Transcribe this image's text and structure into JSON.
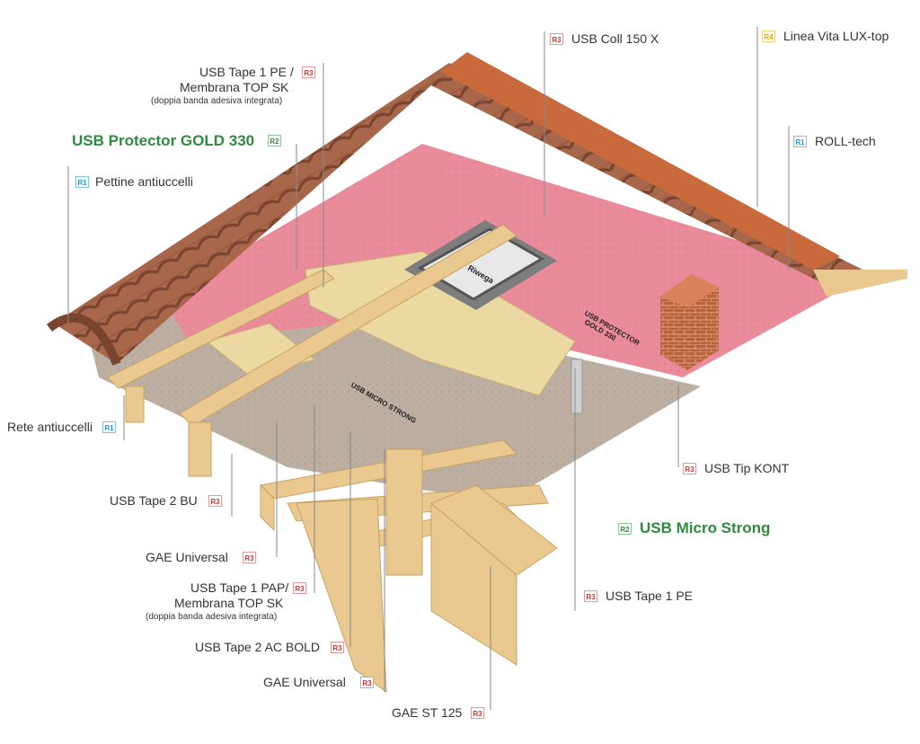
{
  "labels": {
    "usb_coll": "USB Coll 150 X",
    "linea_vita": "Linea Vita LUX-top",
    "usb_tape1_pe_top_line1": "USB Tape 1 PE /",
    "usb_tape1_pe_top_line2": "Membrana TOP SK",
    "doppia_banda_1": "(doppia banda adesiva integrata)",
    "usb_protector": "USB Protector GOLD 330",
    "roll_tech": "ROLL-tech",
    "pettine": "Pettine antiuccelli",
    "rete": "Rete antiuccelli",
    "usb_tip_kont": "USB Tip KONT",
    "usb_micro_strong": "USB Micro Strong",
    "usb_tape2_bu": "USB Tape 2 BU",
    "gae_universal_1": "GAE Universal",
    "usb_tape1_pap_line1": "USB Tape 1 PAP/",
    "usb_tape1_pap_line2": "Membrana TOP SK",
    "doppia_banda_2": "(doppia banda adesiva integrata)",
    "usb_tape1_pe": "USB Tape 1 PE",
    "usb_tape2_ac": "USB Tape 2 AC BOLD",
    "gae_universal_2": "GAE Universal",
    "gae_st": "GAE ST 125"
  },
  "badges": {
    "r1": "R1",
    "r2": "R2",
    "r3": "R3",
    "r4": "R4"
  },
  "membrane_text": {
    "brand": "Riwega",
    "gold_line1": "USB PROTECTOR",
    "gold_line2": "GOLD 330",
    "micro": "USB MICRO STRONG"
  },
  "colors": {
    "tile": "#a8674a",
    "tile_dark": "#7a4530",
    "ridge": "#c96a3c",
    "membrane_pink": "#e98b9b",
    "membrane_grey": "#b8a99c",
    "timber": "#e9c98f",
    "timber_dark": "#c9a266",
    "insulation": "#ecd9a1",
    "chimney": "#b9633d",
    "r1": "#1b9ad6",
    "r2": "#2e8b3e",
    "r3": "#d0312d",
    "r4": "#e0a800",
    "label_green": "#2e8b3e"
  }
}
